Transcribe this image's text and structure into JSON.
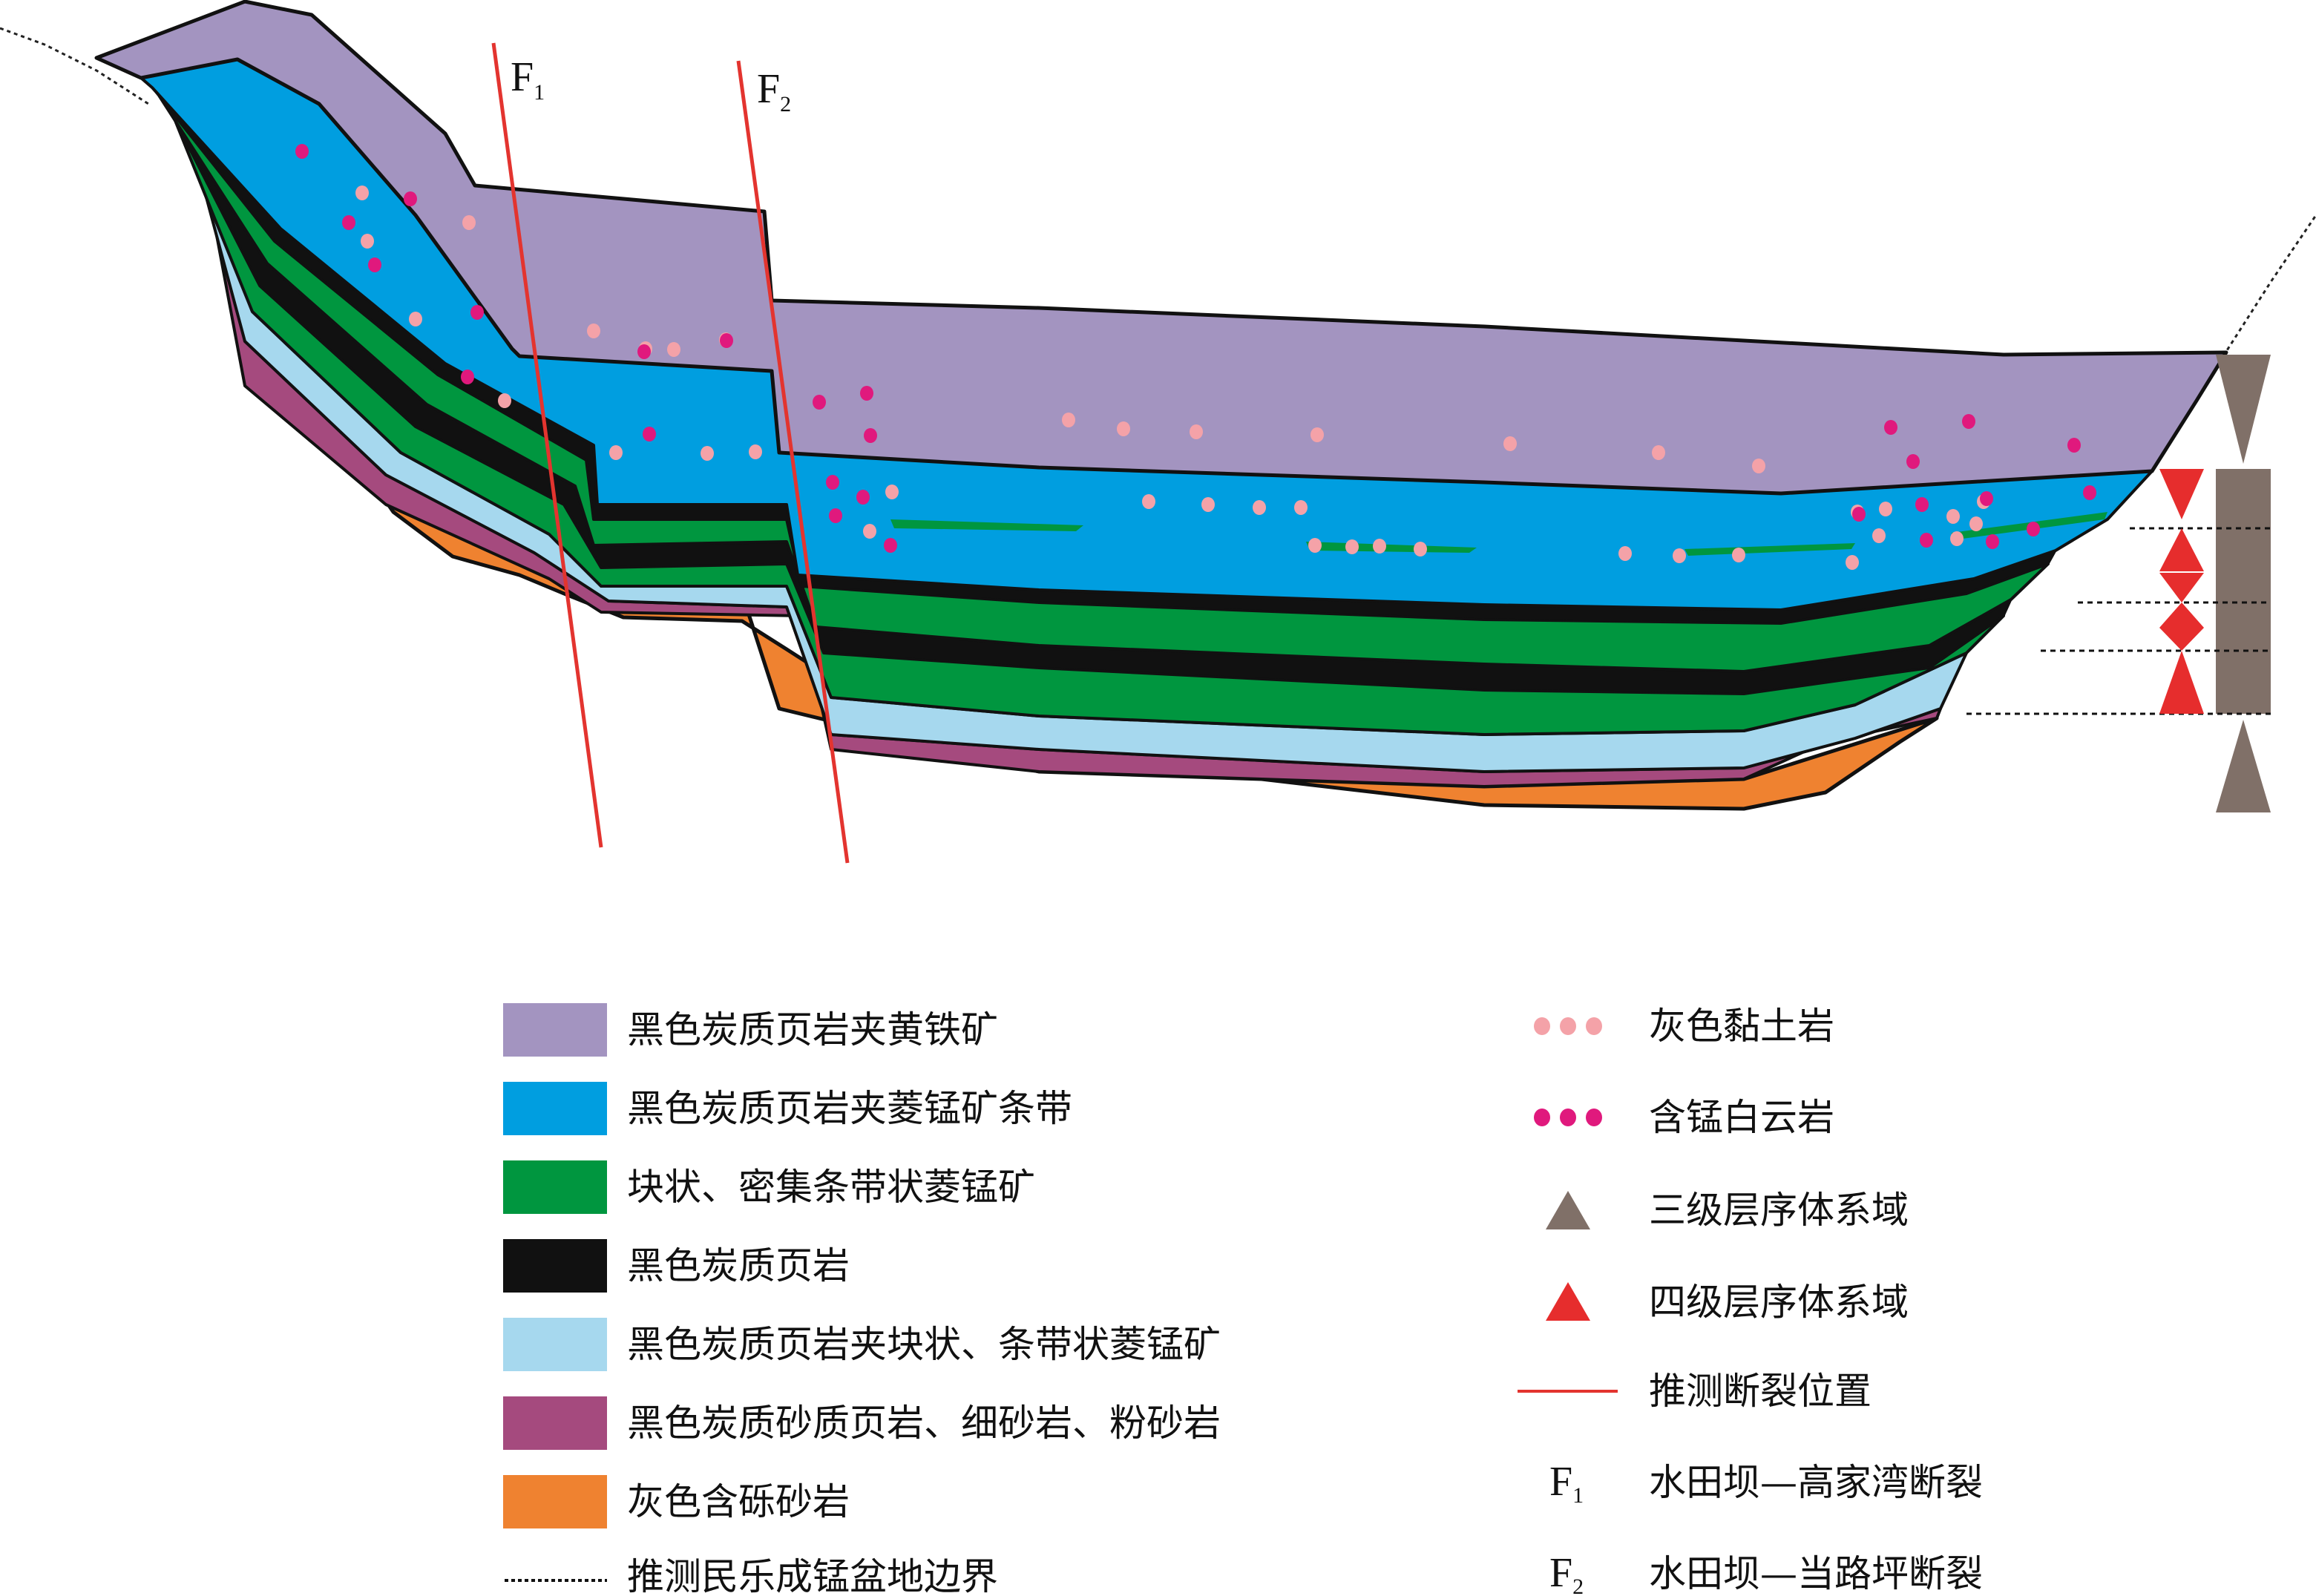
{
  "colors": {
    "black_shale_pyrite": "#a394c0",
    "black_shale_rhodochrosite_band": "#009ee0",
    "massive_rhodochrosite": "#00963f",
    "black_shale": "#111111",
    "shale_massive_rhodochrosite": "#a6d8ee",
    "sandy_shale": "#a54a7e",
    "gravel_sandstone": "#ef8230",
    "clay_dot": "#f4a2a8",
    "mn_dolomite_dot": "#e0197d",
    "third_order": "#807068",
    "fourth_order": "#e62d2d",
    "fault_line": "#e3342f"
  },
  "faults": {
    "f1": {
      "letter": "F",
      "sub": "1"
    },
    "f2": {
      "letter": "F",
      "sub": "2"
    }
  },
  "legend_left": [
    {
      "key": "black_shale_pyrite",
      "label": "黑色炭质页岩夹黄铁矿"
    },
    {
      "key": "black_shale_rhodochrosite_band",
      "label": "黑色炭质页岩夹菱锰矿条带"
    },
    {
      "key": "massive_rhodochrosite",
      "label": "块状、密集条带状菱锰矿"
    },
    {
      "key": "black_shale",
      "label": "黑色炭质页岩"
    },
    {
      "key": "shale_massive_rhodochrosite",
      "label": "黑色炭质页岩夹块状、条带状菱锰矿"
    },
    {
      "key": "sandy_shale",
      "label": "黑色炭质砂质页岩、细砂岩、粉砂岩"
    },
    {
      "key": "gravel_sandstone",
      "label": "灰色含砾砂岩"
    },
    {
      "key": "basin_boundary",
      "label": "推测民乐成锰盆地边界"
    }
  ],
  "legend_right": [
    {
      "key": "clay",
      "label": "灰色黏土岩"
    },
    {
      "key": "mn_dolomite",
      "label": "含锰白云岩"
    },
    {
      "key": "third_order",
      "label": "三级层序体系域"
    },
    {
      "key": "fourth_order",
      "label": "四级层序体系域"
    },
    {
      "key": "fault",
      "label": "推测断裂位置"
    },
    {
      "key": "f1",
      "letter": "F",
      "sub": "1",
      "label": "水田坝—高家湾断裂"
    },
    {
      "key": "f2",
      "letter": "F",
      "sub": "2",
      "label": "水田坝—当路坪断裂"
    }
  ]
}
